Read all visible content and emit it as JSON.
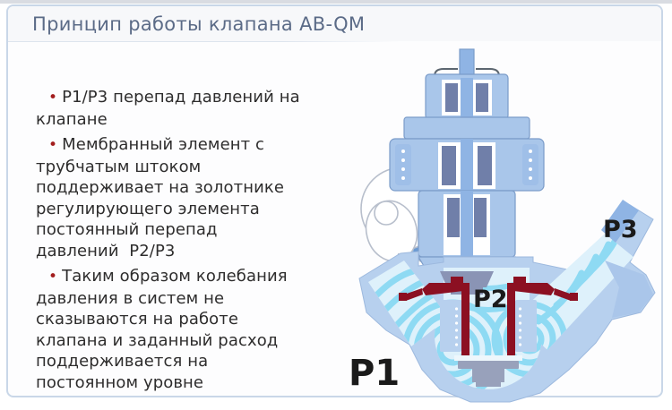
{
  "slide": {
    "title": "Принцип работы клапана AB-QM",
    "bullets": [
      {
        "text": "P1/P3 перепад давлений на\nклапане"
      },
      {
        "text": "Мембранный элемент с\nтрубчатым штоком\nподдерживает на золотнике\nрегулирующего элемента\nпостоянный перепад\nдавлений  P2/P3"
      },
      {
        "text": "Таким образом колебания\nдавления в систем не\nсказываются на работе\nклапана и заданный расход\nподдерживается на\nпостоянном уровне"
      }
    ],
    "bullet_icon": "•",
    "diagram_labels": {
      "p1": "P1",
      "p2": "P2",
      "p3": "P3"
    },
    "colors": {
      "title": "#5b6b87",
      "body_text": "#2e2d2d",
      "bullet_dot": "#a31e1e",
      "slide_border": "#c9d7e8",
      "valve_rim": "#b7d0ee",
      "valve_flow": "#def1fb",
      "valve_swirl": "#8edaf3",
      "actuator_light": "#a9c6ea",
      "actuator_dark": "#707fa9",
      "membrane_red": "#8c1022",
      "plug_gray": "#8e97b4",
      "label_text": "#1a1a1a"
    }
  }
}
